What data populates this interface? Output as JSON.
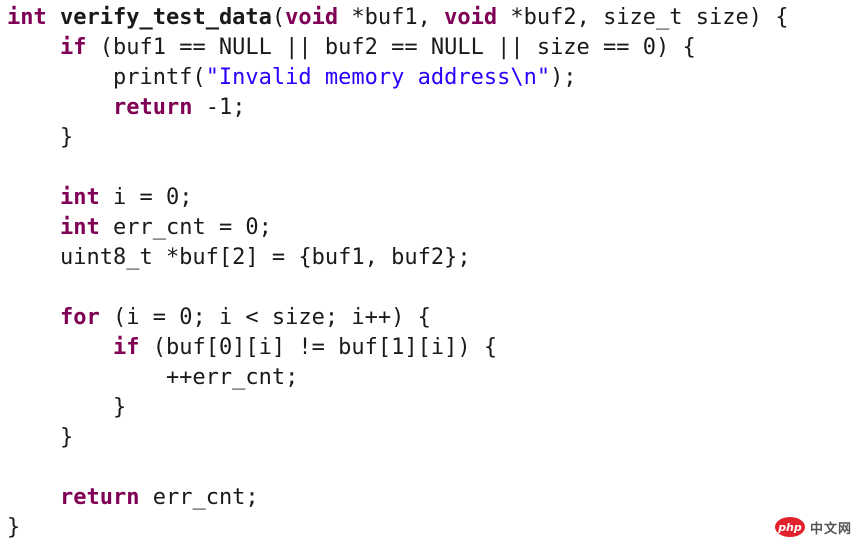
{
  "code": {
    "lines": [
      [
        {
          "t": "int",
          "c": "kw"
        },
        {
          "t": " "
        },
        {
          "t": "verify_test_data",
          "c": "fn"
        },
        {
          "t": "("
        },
        {
          "t": "void",
          "c": "kw"
        },
        {
          "t": " *buf1, "
        },
        {
          "t": "void",
          "c": "kw"
        },
        {
          "t": " *buf2, size_t size) {"
        }
      ],
      [
        {
          "t": "    "
        },
        {
          "t": "if",
          "c": "kw"
        },
        {
          "t": " (buf1 == NULL || buf2 == NULL || size == 0) {"
        }
      ],
      [
        {
          "t": "        printf("
        },
        {
          "t": "\"Invalid memory address\\n\"",
          "c": "str"
        },
        {
          "t": ");"
        }
      ],
      [
        {
          "t": "        "
        },
        {
          "t": "return",
          "c": "kw"
        },
        {
          "t": " -1;"
        }
      ],
      [
        {
          "t": "    }"
        }
      ],
      [],
      [
        {
          "t": "    "
        },
        {
          "t": "int",
          "c": "kw"
        },
        {
          "t": " i = 0;"
        }
      ],
      [
        {
          "t": "    "
        },
        {
          "t": "int",
          "c": "kw"
        },
        {
          "t": " err_cnt = 0;"
        }
      ],
      [
        {
          "t": "    uint8_t *buf[2] = {buf1, buf2};"
        }
      ],
      [],
      [
        {
          "t": "    "
        },
        {
          "t": "for",
          "c": "kw"
        },
        {
          "t": " (i = 0; i < size; i++) {"
        }
      ],
      [
        {
          "t": "        "
        },
        {
          "t": "if",
          "c": "kw"
        },
        {
          "t": " (buf[0][i] != buf[1][i]) {"
        }
      ],
      [
        {
          "t": "            ++err_cnt;"
        }
      ],
      [
        {
          "t": "        }"
        }
      ],
      [
        {
          "t": "    }"
        }
      ],
      [],
      [
        {
          "t": "    "
        },
        {
          "t": "return",
          "c": "kw"
        },
        {
          "t": " err_cnt;"
        }
      ],
      [
        {
          "t": "}"
        }
      ]
    ]
  },
  "watermark": {
    "logo_text": "php",
    "site_text": "中文网"
  },
  "colors": {
    "keyword": "#7f0055",
    "string": "#2a00ff",
    "text": "#1a1a1a",
    "watermark_logo": "#e1212b"
  }
}
